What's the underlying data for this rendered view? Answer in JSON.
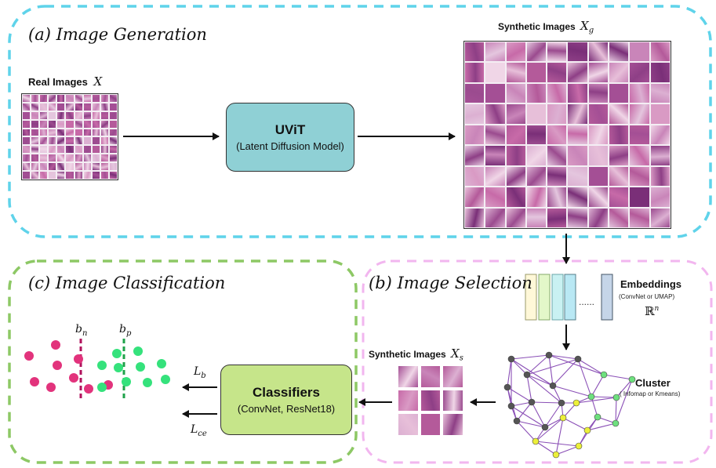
{
  "panels": {
    "generation": {
      "title": "(a) Image Generation"
    },
    "selection": {
      "title": "(b) Image Selection"
    },
    "classification": {
      "title": "(c) Image Classification"
    }
  },
  "real_images": {
    "label": "Real Images",
    "symbol": "X"
  },
  "synthetic_images": {
    "label": "Synthetic Images",
    "symbol": "X",
    "subscript": "g"
  },
  "synthetic_selected": {
    "label": "Synthetic Images",
    "symbol": "X",
    "subscript": "s"
  },
  "uvit": {
    "title": "UViT",
    "subtitle": "(Latent Diffusion Model)"
  },
  "embeddings": {
    "title": "Embeddings",
    "subtitle": "(ConvNet or UMAP)",
    "space": "ℝ",
    "space_power": "n",
    "dots": "......"
  },
  "cluster": {
    "title": "Cluster",
    "subtitle": "( Infomap or Kmeans)"
  },
  "classifiers": {
    "title": "Classifiers",
    "subtitle": "(ConvNet, ResNet18)"
  },
  "losses": {
    "lb_symbol": "L",
    "lb_sub": "b",
    "lce_symbol": "L",
    "lce_sub": "ce"
  },
  "boundaries": {
    "bn_symbol": "b",
    "bn_sub": "n",
    "bp_symbol": "b",
    "bp_sub": "p"
  },
  "colors": {
    "generation_border": "#5fd3ea",
    "selection_border": "#f2b6ef",
    "classification_border": "#8dc865",
    "uvit_fill": "#8fd0d5",
    "classifier_fill": "#c6e58a",
    "negative": "#e2337c",
    "positive": "#35e27c",
    "node_dark": "#555555",
    "node_green": "#6ee07e",
    "node_yellow": "#ecef3a",
    "edge": "#8a4fb6"
  }
}
